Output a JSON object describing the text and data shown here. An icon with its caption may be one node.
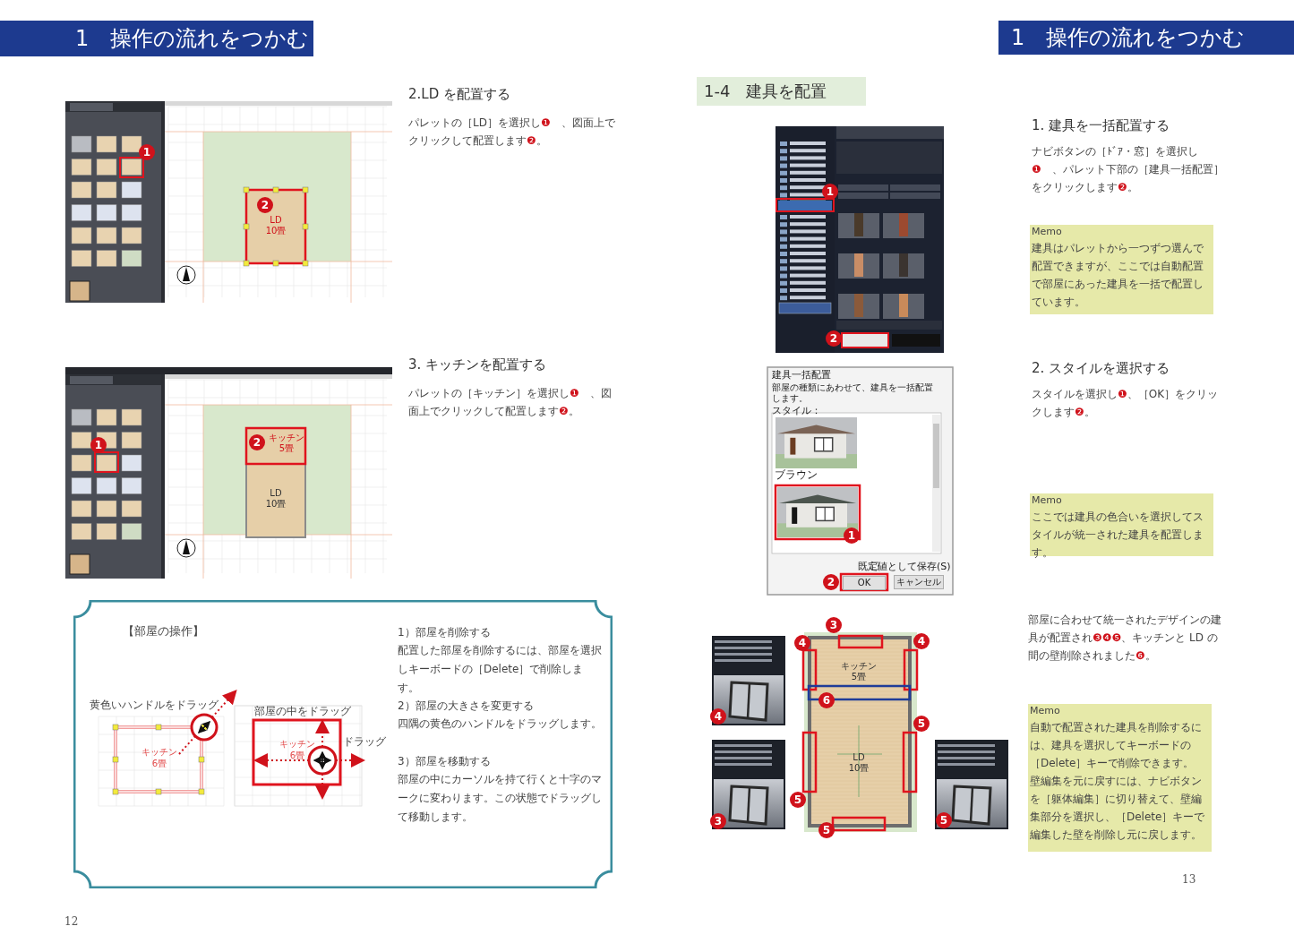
{
  "diagram": {
    "title": "1　操作の流れをつかむ",
    "nodes": [
      {
        "text": [],
        "shape": "bar"
      },
      {
        "text": [
          "1　操作の流れをつかむ"
        ]
      },
      {
        "text": [
          "1-4　建具を配置"
        ]
      },
      {
        "text": [
          "Memo",
          "建具はパレットから一つずつ選んで配置できますが、ここでは自動配置で部屋にあった建具を一括で配置しています。"
        ]
      },
      {
        "text": [
          "Memo",
          "ここでは建具の色合いを選択してスタイルが統一された建具を配置します。"
        ]
      },
      {
        "text": [
          "Memo",
          "自動で配置された建具を削除するには、建具を選択してキーボードの［Delete］キーで削除できます。",
          "壁編集を元に戻すには、ナビボタンを［躯体編集］に切り替えて、壁編集部分を選択し、［Delete］キーで編集した壁を削除し元に戻します。"
        ]
      },
      {
        "text": [
          "【部屋の操作】",
          "1）部屋を削除する",
          "配置した部屋を削除するには、部屋を選択しキーボードの［Delete］で削除します。",
          "2）部屋の大きさを変更する",
          "四隅の黄色のハンドルをドラッグします。",
          "3）部屋を移動する",
          "部屋の中にカーソルを持て行くと十字のマークに変わります。この状態でドラッグして移動します。"
        ]
      }
    ],
    "edges": [],
    "labels": [
      "2.LD を配置する",
      "パレットの［LD］を選択し❶　、図面上でクリックして配置します❷。",
      "1",
      "2",
      "LD",
      "10畳",
      "3. キッチンを配置する",
      "パレットの［キッチン］を選択し❶　、図面上でクリックして配置します❷。",
      "1",
      "2",
      "キッチン",
      "5畳",
      "LD",
      "10畳",
      "黄色いハンドルをドラッグ",
      "キッチン",
      "6畳",
      "部屋の中をドラッグ",
      "キッチン",
      "6畳",
      "ドラッグ",
      "1. 建具を一括配置する",
      "ナビボタンの［ﾄﾞｱ・窓］を選択し❶　、パレット下部の［建具一括配置］をクリックします❷。",
      "1",
      "2",
      "建具一括配置",
      "部屋の種類にあわせて、建具を一括配置します。",
      "スタイル：",
      "ブラウン",
      "既定値として保存(S)",
      "OK",
      "キャンセル",
      "1",
      "2",
      "2. スタイルを選択する",
      "スタイルを選択し❶、［OK］をクリックします❷。",
      "3",
      "4",
      "4",
      "キッチン",
      "5畳",
      "6",
      "4",
      "5",
      "LD",
      "10畳",
      "5",
      "3",
      "5",
      "5",
      "部屋に合わせて統一されたデザインの建具が配置され❸❹❺、キッチンと LD の間の壁削除されました❻。",
      "12",
      "13"
    ]
  }
}
